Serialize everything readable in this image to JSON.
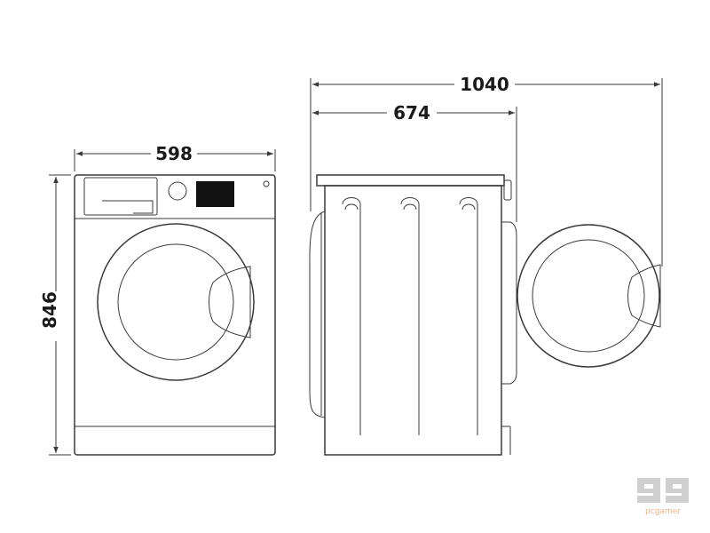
{
  "dimensions": {
    "width": "598",
    "height": "846",
    "depth": "674",
    "depth_door_open": "1040"
  },
  "watermark": {
    "text": "pcgamer"
  },
  "colors": {
    "line": "#3a3a3a",
    "text": "#1a1a1a",
    "watermark_logo": "#c8c8c8",
    "watermark_text": "#f0b48a"
  }
}
